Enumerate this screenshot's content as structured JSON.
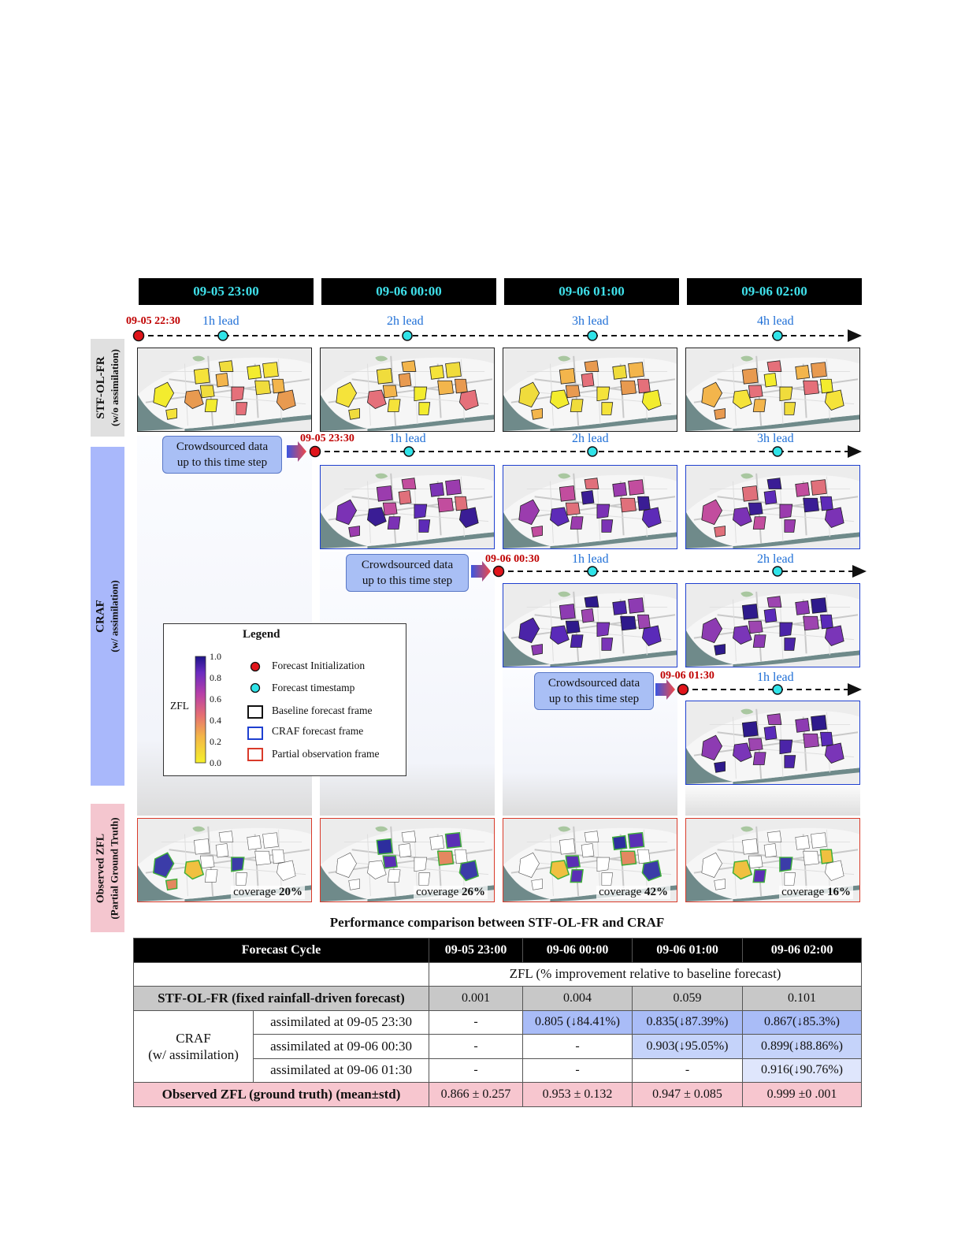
{
  "headers": [
    "09-05 23:00",
    "09-06 00:00",
    "09-06 01:00",
    "09-06 02:00"
  ],
  "row_labels": {
    "baseline": [
      "STF-OL-FR",
      "(w/o assimilation)"
    ],
    "craf": [
      "CRAF",
      "(w/ assimilation)"
    ],
    "observed": [
      "Observed ZFL",
      "(Partial Ground Truth)"
    ]
  },
  "timelines": {
    "t1": {
      "init": "09-05 22:30",
      "leads": [
        "1h lead",
        "2h lead",
        "3h lead",
        "4h lead"
      ]
    },
    "t2": {
      "init": "09-05 23:30",
      "leads": [
        "1h lead",
        "2h lead",
        "3h lead"
      ]
    },
    "t3": {
      "init": "09-06 00:30",
      "leads": [
        "1h lead",
        "2h lead"
      ]
    },
    "t4": {
      "init": "09-06 01:30",
      "leads": [
        "1h lead"
      ]
    }
  },
  "callout": {
    "line1": "Crowdsourced data",
    "line2": "up to this time step"
  },
  "coverage": {
    "label": "coverage",
    "values": [
      "20%",
      "26%",
      "42%",
      "16%"
    ]
  },
  "legend": {
    "title": "Legend",
    "colorbar_label": "ZFL",
    "ticks": [
      "1.0",
      "0.8",
      "0.6",
      "0.4",
      "0.2",
      "0.0"
    ],
    "items": [
      "Forecast Initialization",
      "Forecast timestamp",
      "Baseline forecast frame",
      "CRAF forecast frame",
      "Partial observation frame"
    ]
  },
  "colors": {
    "init": "#e0141a",
    "timestamp": "#30e3e8",
    "craf_frame": "#1e3fd0",
    "obs_frame": "#d93a2a",
    "callout": "#a9bff5"
  },
  "table": {
    "title": "Performance comparison between STF-OL-FR and CRAF",
    "header": [
      "Forecast Cycle",
      "09-05 23:00",
      "09-06 00:00",
      "09-06 01:00",
      "09-06 02:00"
    ],
    "subheader": "ZFL (% improvement relative to  baseline forecast)",
    "baseline": {
      "label": "STF-OL-FR  (fixed rainfall-driven forecast)",
      "values": [
        "0.001",
        "0.004",
        "0.059",
        "0.101"
      ]
    },
    "craf_label": [
      "CRAF",
      "(w/ assimilation)"
    ],
    "craf_rows": [
      {
        "label": "assimilated at 09-05 23:30",
        "values": [
          "-",
          "0.805 (↓84.41%)",
          "0.835(↓87.39%)",
          "0.867(↓85.3%)"
        ]
      },
      {
        "label": "assimilated at 09-06 00:30",
        "values": [
          "-",
          "-",
          "0.903(↓95.05%)",
          "0.899(↓88.86%)"
        ]
      },
      {
        "label": "assimilated at 09-06 01:30",
        "values": [
          "-",
          "-",
          "-",
          "0.916(↓90.76%)"
        ]
      }
    ],
    "observed": {
      "label": "Observed ZFL (ground truth) (mean±std)",
      "values": [
        "0.866 ± 0.257",
        "0.953 ± 0.132",
        "0.947 ± 0.085",
        "0.999 ±0 .001"
      ]
    }
  }
}
